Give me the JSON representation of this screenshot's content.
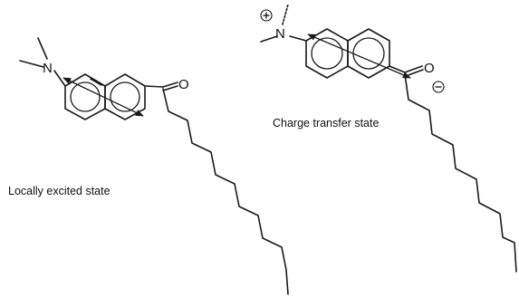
{
  "figure": {
    "molecule_left": {
      "nitrogen_label": "N",
      "oxygen_label": "O",
      "caption": "Locally excited state"
    },
    "molecule_right": {
      "nitrogen_label": "N",
      "oxygen_label": "O",
      "nitrogen_charge": "positive",
      "oxygen_charge": "negative",
      "caption": "Charge transfer state"
    }
  }
}
